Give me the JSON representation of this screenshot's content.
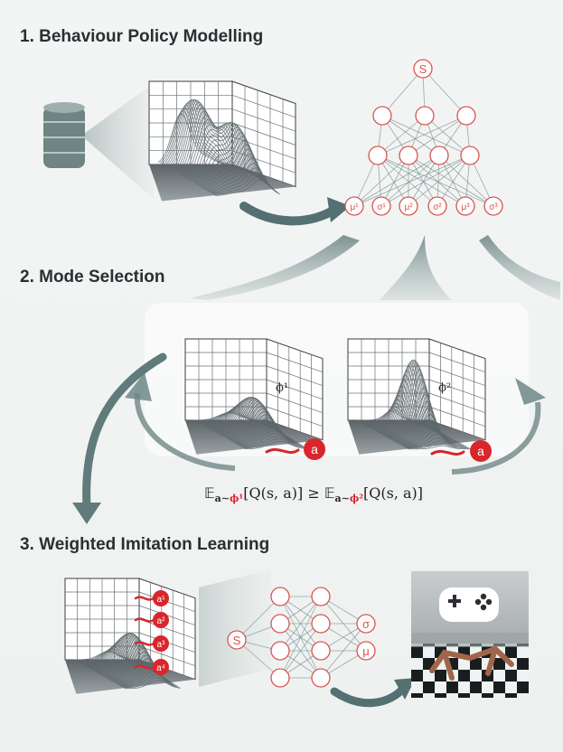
{
  "sections": {
    "s1_title": "1. Behaviour Policy Modelling",
    "s2_title": "2. Mode Selection",
    "s3_title": "3. Weighted Imitation Learning"
  },
  "network1": {
    "input": "S",
    "outputs": [
      "μ¹",
      "σ¹",
      "μ²",
      "σ²",
      "μ³",
      "σ³"
    ]
  },
  "modes": {
    "left_label": "ϕ¹",
    "right_label": "ϕ²",
    "action": "a"
  },
  "formula": {
    "lhs_prefix": "𝔼",
    "lhs_sub": "a∼",
    "lhs_phi": "ϕ¹",
    "lhs_body": "[Q(s, a)] ≥ ",
    "rhs_prefix": "𝔼",
    "rhs_sub": "a∼",
    "rhs_phi": "ϕ²",
    "rhs_body": "[Q(s, a)]"
  },
  "network2": {
    "input": "S",
    "outputs": [
      "σ",
      "μ"
    ]
  },
  "samples": [
    "a¹",
    "a²",
    "a³",
    "a⁴"
  ],
  "colors": {
    "accent_red": "#d8262b",
    "teal": "#5a7476",
    "grid": "#3a3f42"
  },
  "icons": [
    "database-icon",
    "gamepad-icon"
  ]
}
